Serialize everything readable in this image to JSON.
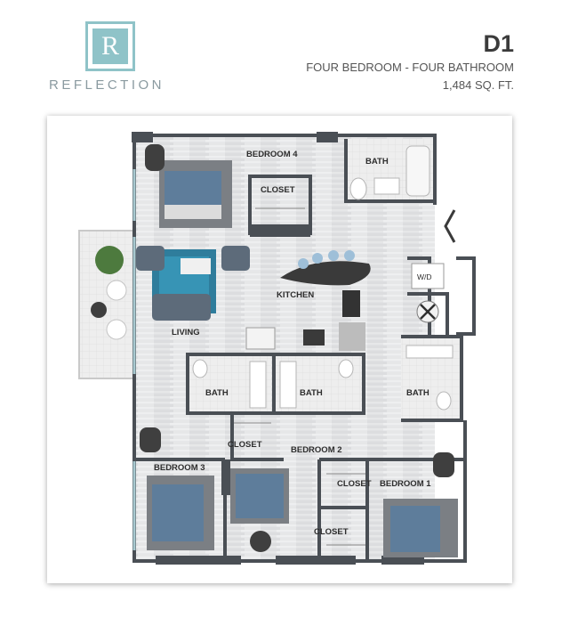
{
  "brand": {
    "name": "REFLECTION",
    "logo_letter": "R",
    "accent_color": "#8fc3c8"
  },
  "unit": {
    "code": "D1",
    "description": "FOUR BEDROOM - FOUR BATHROOM",
    "area": "1,484 SQ. FT."
  },
  "rooms": {
    "bedroom4": "BEDROOM 4",
    "bath_top": "BATH",
    "closet_top": "CLOSET",
    "kitchen": "KITCHEN",
    "living": "LIVING",
    "washer_dryer": "W/D",
    "bath_mid_left": "BATH",
    "bath_mid_center": "BATH",
    "bath_right": "BATH",
    "closet_mid": "CLOSET",
    "bedroom2": "BEDROOM 2",
    "bedroom3": "BEDROOM 3",
    "closet_b1_top": "CLOSET",
    "bedroom1": "BEDROOM 1",
    "closet_b1_bottom": "CLOSET"
  },
  "icons": [
    "entry-arrow-icon",
    "utility-tools-icon",
    "plant-icon"
  ]
}
